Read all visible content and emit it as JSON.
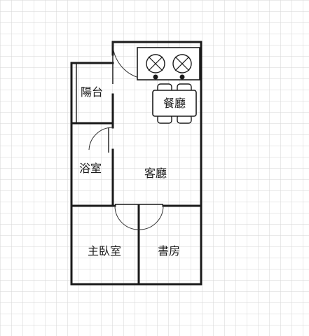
{
  "rooms": {
    "balcony": "陽台",
    "dining": "餐廳",
    "bathroom": "浴室",
    "living": "客廳",
    "master_bedroom": "主臥室",
    "study": "書房"
  }
}
